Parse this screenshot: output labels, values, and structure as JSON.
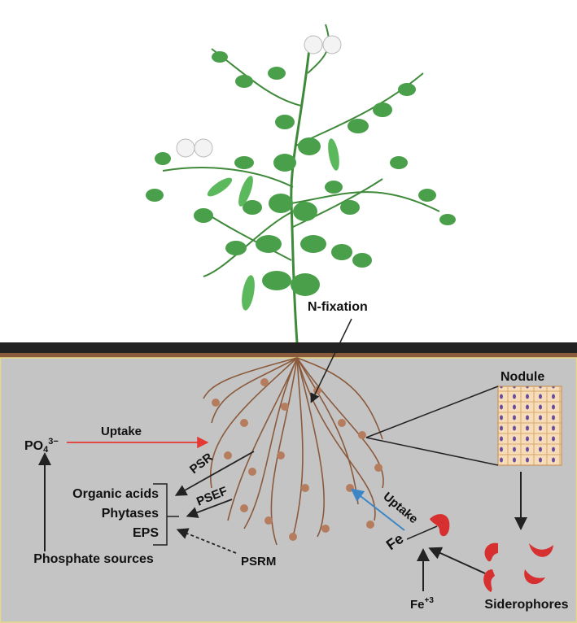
{
  "labels": {
    "n_fixation": "N-fixation",
    "nodule": "Nodule",
    "po4": "PO",
    "po4_sub": "4",
    "po4_sup": "3−",
    "uptake_p": "Uptake",
    "psr": "PSR",
    "psef": "PSEF",
    "psrm": "PSRM",
    "organic_acids": "Organic acids",
    "phytases": "Phytases",
    "eps": "EPS",
    "phosphate_sources": "Phosphate sources",
    "uptake_fe": "Uptake",
    "fe": "Fe",
    "fe3": "Fe",
    "fe3_sup": "+3",
    "siderophores": "Siderophores"
  },
  "colors": {
    "soil": "#c4c4c4",
    "topsoil": "#222222",
    "soil_edge": "#8a5a3c",
    "root": "#8b5a3c",
    "leaf": "#4aa04a",
    "uptake_p": "#e53935",
    "uptake_fe": "#3d86c6",
    "siderophore": "#d63030"
  }
}
